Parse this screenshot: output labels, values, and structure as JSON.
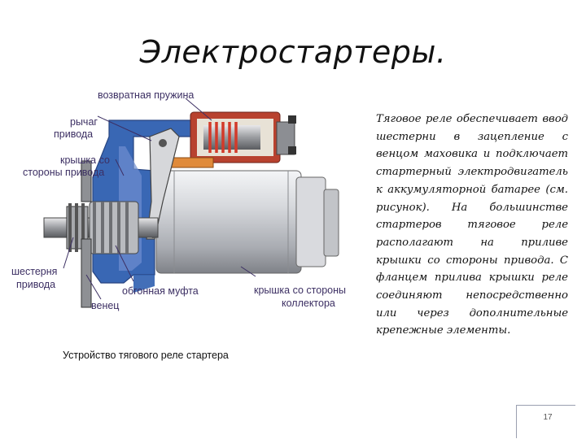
{
  "slide": {
    "title": "Электростартеры.",
    "caption": "Устройство тягового реле стартера",
    "description": "Тяговое реле обеспечивает ввод шестерни в зацепление с венцом маховика и подключает стартерный электродвигатель к аккумуляторной батарее (см. рисунок). На большинстве стартеров тяговое реле располагают на приливе крышки со стороны привода. С фланцем прилива крышки реле соединяют непосредственно или через дополнительные крепежные элементы.",
    "page_number": "17"
  },
  "figure_labels": {
    "return_spring": "возвратная пружина",
    "drive_lever_1": "рычаг",
    "drive_lever_2": "привода",
    "drive_cover_1": "крышка со",
    "drive_cover_2": "стороны привода",
    "gear_1": "шестерня",
    "gear_2": "привода",
    "clutch": "обгонная муфта",
    "ring": "венец",
    "collector_cover_1": "крышка со стороны",
    "collector_cover_2": "коллектора"
  },
  "colors": {
    "housing_blue": "#2f5fb0",
    "spring_red": "#d23a2a",
    "motor_gray": "#c9cbd0",
    "label_color": "#3c2f63"
  }
}
